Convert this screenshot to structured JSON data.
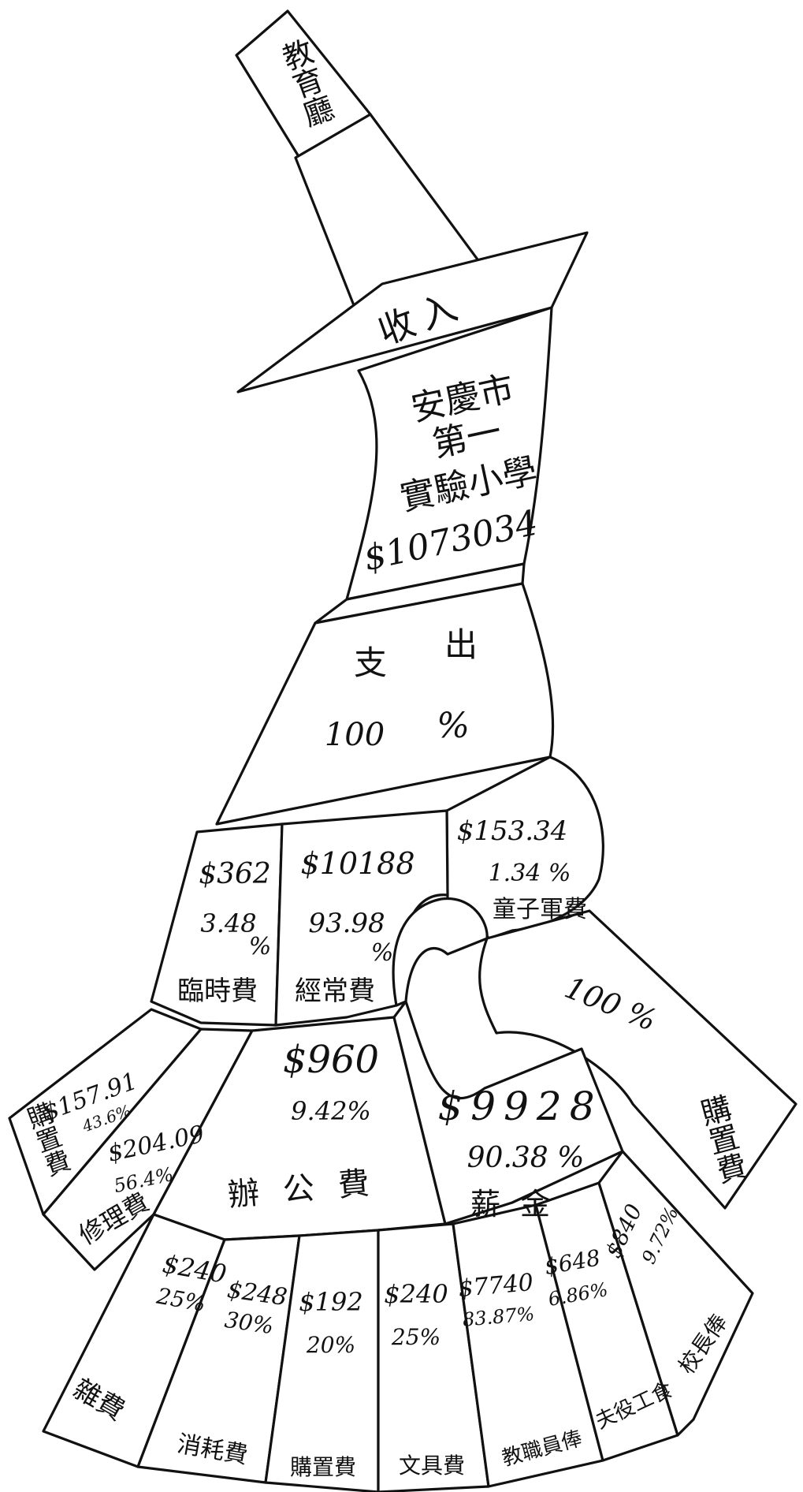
{
  "top_label": "教育廳",
  "income": {
    "label": "收入",
    "school_lines": [
      "安慶市",
      "第一",
      "實驗小學"
    ],
    "amount": "$1073034"
  },
  "expenditure": {
    "label_left": "支",
    "label_right": "出",
    "percent": "100",
    "percent_sign": "%"
  },
  "level1": {
    "temporary": {
      "amount": "$362",
      "percent": "3.48",
      "percent_sign": "%",
      "label": "臨時費"
    },
    "regular": {
      "amount": "$10188",
      "percent": "93.98",
      "percent_sign": "%",
      "label": "經常費"
    },
    "scouts": {
      "amount": "$153.34",
      "percent": "1.34 %",
      "label": "童子軍費"
    }
  },
  "scouts_purchase": {
    "percent": "100 %",
    "label": "購置費"
  },
  "temporary_breakdown": {
    "purchase": {
      "amount": "$157.91",
      "percent": "43.6%",
      "label": "購置費"
    },
    "repair": {
      "amount": "$204.09",
      "percent": "56.4%",
      "label": "修理費"
    }
  },
  "regular_breakdown": {
    "office": {
      "amount": "$960",
      "percent": "9.42%",
      "label": "辦公費"
    },
    "salary": {
      "amount": "$9928",
      "percent": "90.38 %",
      "label": "薪金"
    }
  },
  "office_breakdown": [
    {
      "amount": "$240",
      "percent": "25%",
      "label": "雜費"
    },
    {
      "amount": "$248",
      "percent": "30%",
      "label": "消耗費"
    },
    {
      "amount": "$192",
      "percent": "20%",
      "label": "購置費"
    },
    {
      "amount": "$240",
      "percent": "25%",
      "label": "文具費"
    }
  ],
  "salary_breakdown": [
    {
      "amount": "$7740",
      "percent": "83.87%",
      "label": "教職員俸"
    },
    {
      "amount": "$648",
      "percent": "6.86%",
      "label": "夫役工食"
    },
    {
      "amount": "$840",
      "percent": "9.72%",
      "label": "校長俸"
    }
  ]
}
